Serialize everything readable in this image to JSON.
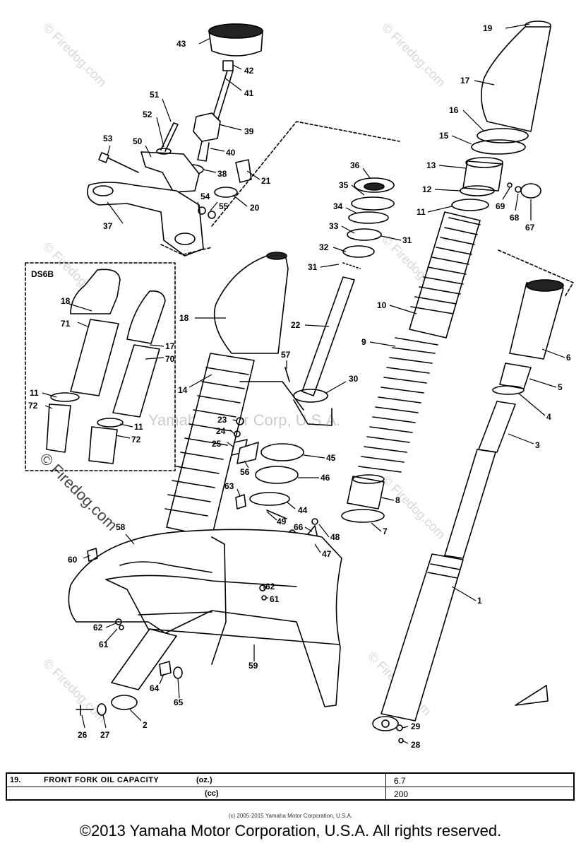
{
  "watermark": {
    "brand": "© Firedog.com",
    "center": "Yamaha Motor Corp, U.S.A."
  },
  "callouts": {
    "n1": "1",
    "n2": "2",
    "n3": "3",
    "n4": "4",
    "n5": "5",
    "n6": "6",
    "n7": "7",
    "n8": "8",
    "n9": "9",
    "n10": "10",
    "n11": "11",
    "n12": "12",
    "n13": "13",
    "n14": "14",
    "n15": "15",
    "n16": "16",
    "n17": "17",
    "n18": "18",
    "n19": "19",
    "n20": "20",
    "n21": "21",
    "n22": "22",
    "n23": "23",
    "n24": "24",
    "n25": "25",
    "n26": "26",
    "n27": "27",
    "n28": "28",
    "n29": "29",
    "n30": "30",
    "n31": "31",
    "n32": "32",
    "n33": "33",
    "n34": "34",
    "n35": "35",
    "n36": "36",
    "n37": "37",
    "n38": "38",
    "n39": "39",
    "n40": "40",
    "n41": "41",
    "n42": "42",
    "n43": "43",
    "n44": "44",
    "n45": "45",
    "n46": "46",
    "n47": "47",
    "n48": "48",
    "n49": "49",
    "n50": "50",
    "n51": "51",
    "n52": "52",
    "n53": "53",
    "n54": "54",
    "n55": "55",
    "n56": "56",
    "n57": "57",
    "n58": "58",
    "n59": "59",
    "n60": "60",
    "n61": "61",
    "n62": "62",
    "n63": "63",
    "n64": "64",
    "n65": "65",
    "n66": "66",
    "n67": "67",
    "n68": "68",
    "n69": "69",
    "n70": "70",
    "n71": "71",
    "n72": "72"
  },
  "inset_label": "DS6B",
  "spec_table": {
    "index": "19.",
    "name": "FRONT FORK OIL CAPACITY",
    "unit1": "(oz.)",
    "unit2": "(cc)",
    "value1": "6.7",
    "value2": "200"
  },
  "small_copyright": "(c) 2005-2015 Yamaha Motor Corporation, U.S.A.",
  "footer": "©2013 Yamaha Motor Corporation, U.S.A. All rights reserved."
}
